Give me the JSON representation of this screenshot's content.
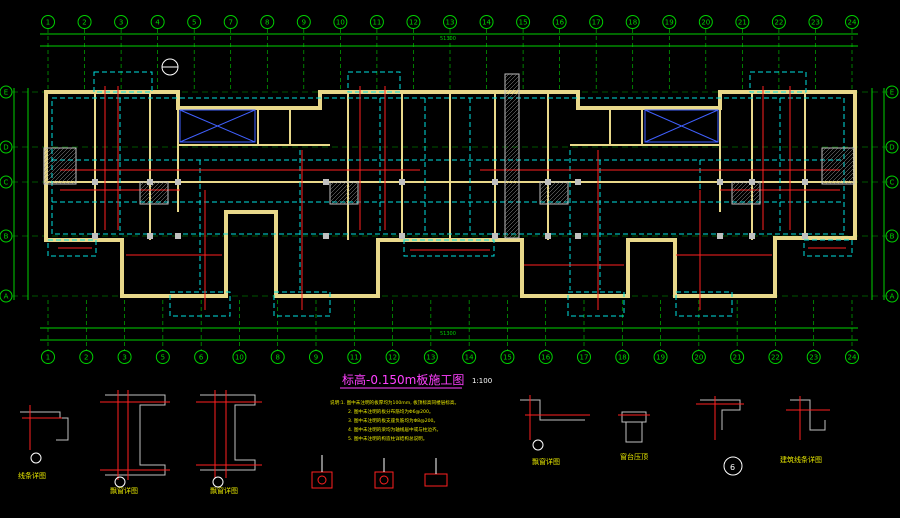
{
  "drawing": {
    "title": "标高-0.150m板施工图",
    "scale": "1:100",
    "notes": [
      "说明:1. 图中未注明的板厚均为100mm, 板顶标高同楼层标高。",
      "2. 图中未注明的板分布筋均为Φ6@200。",
      "3. 图中未注明的板支座负筋均为Φ8@200。",
      "4. 图中未注明的梁均为轴线居中或与柱边齐。",
      "5. 图中未注明的构造柱详结构总说明。"
    ]
  },
  "grid_top": [
    "1",
    "2",
    "3",
    "4",
    "5",
    "7",
    "8",
    "9",
    "10",
    "11",
    "12",
    "13",
    "14",
    "15",
    "16",
    "17",
    "18",
    "19",
    "20",
    "21",
    "22",
    "23",
    "24"
  ],
  "grid_bottom": [
    "1",
    "2",
    "3",
    "5",
    "6",
    "10",
    "8",
    "9",
    "11",
    "12",
    "13",
    "14",
    "15",
    "16",
    "17",
    "18",
    "19",
    "20",
    "21",
    "22",
    "23",
    "24"
  ],
  "grid_rows": [
    "E",
    "D",
    "C",
    "B",
    "A"
  ],
  "overall_dim": "51300",
  "details": [
    {
      "label": "线条详图"
    },
    {
      "label": "飘窗详图"
    },
    {
      "label": "飘窗详图"
    },
    {
      "label": "飘窗详图"
    },
    {
      "label": "窗台压顶"
    },
    {
      "label": "6"
    },
    {
      "label": "建筑线条详图"
    }
  ],
  "colors": {
    "walls": "#e8d88a",
    "grid": "#00d000",
    "beam": "#00e0e0",
    "rebar": "#ff2020",
    "hatch": "#c0c0c0",
    "accent": "#4060ff"
  }
}
